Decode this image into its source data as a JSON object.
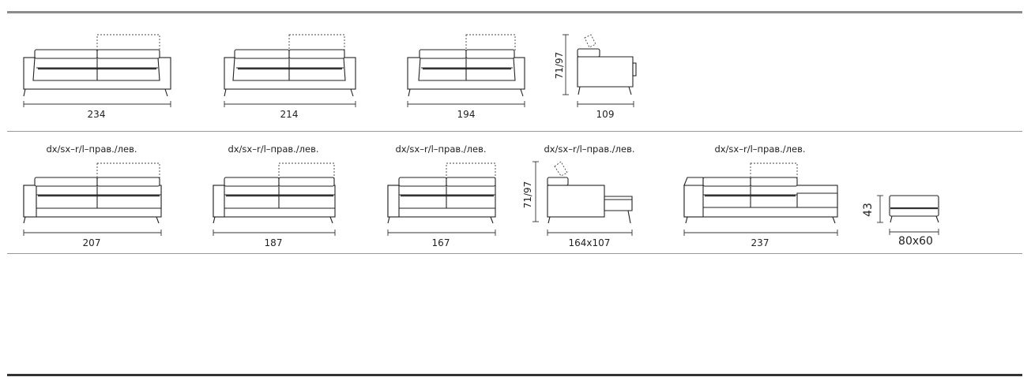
{
  "rows": [
    {
      "items": [
        {
          "type": "sofa",
          "label": "234",
          "note": ""
        },
        {
          "type": "sofa",
          "label": "214",
          "note": ""
        },
        {
          "type": "sofa",
          "label": "194",
          "note": ""
        },
        {
          "type": "side",
          "label": "109",
          "height": "71/97",
          "note": ""
        }
      ]
    },
    {
      "items": [
        {
          "type": "sofa-arm",
          "label": "207",
          "note": "dx/sx–r/l–прав./лев."
        },
        {
          "type": "sofa-arm",
          "label": "187",
          "note": "dx/sx–r/l–прав./лев."
        },
        {
          "type": "sofa-arm",
          "label": "167",
          "note": "dx/sx–r/l–прав./лев."
        },
        {
          "type": "side-chaise",
          "label": "164x107",
          "height": "71/97",
          "note": "dx/sx–r/l–прав./лев."
        },
        {
          "type": "chaise",
          "label": "237",
          "note": "dx/sx–r/l–прав./лев."
        },
        {
          "type": "ottoman",
          "label": "80x60",
          "height": "43",
          "note": ""
        }
      ]
    }
  ]
}
